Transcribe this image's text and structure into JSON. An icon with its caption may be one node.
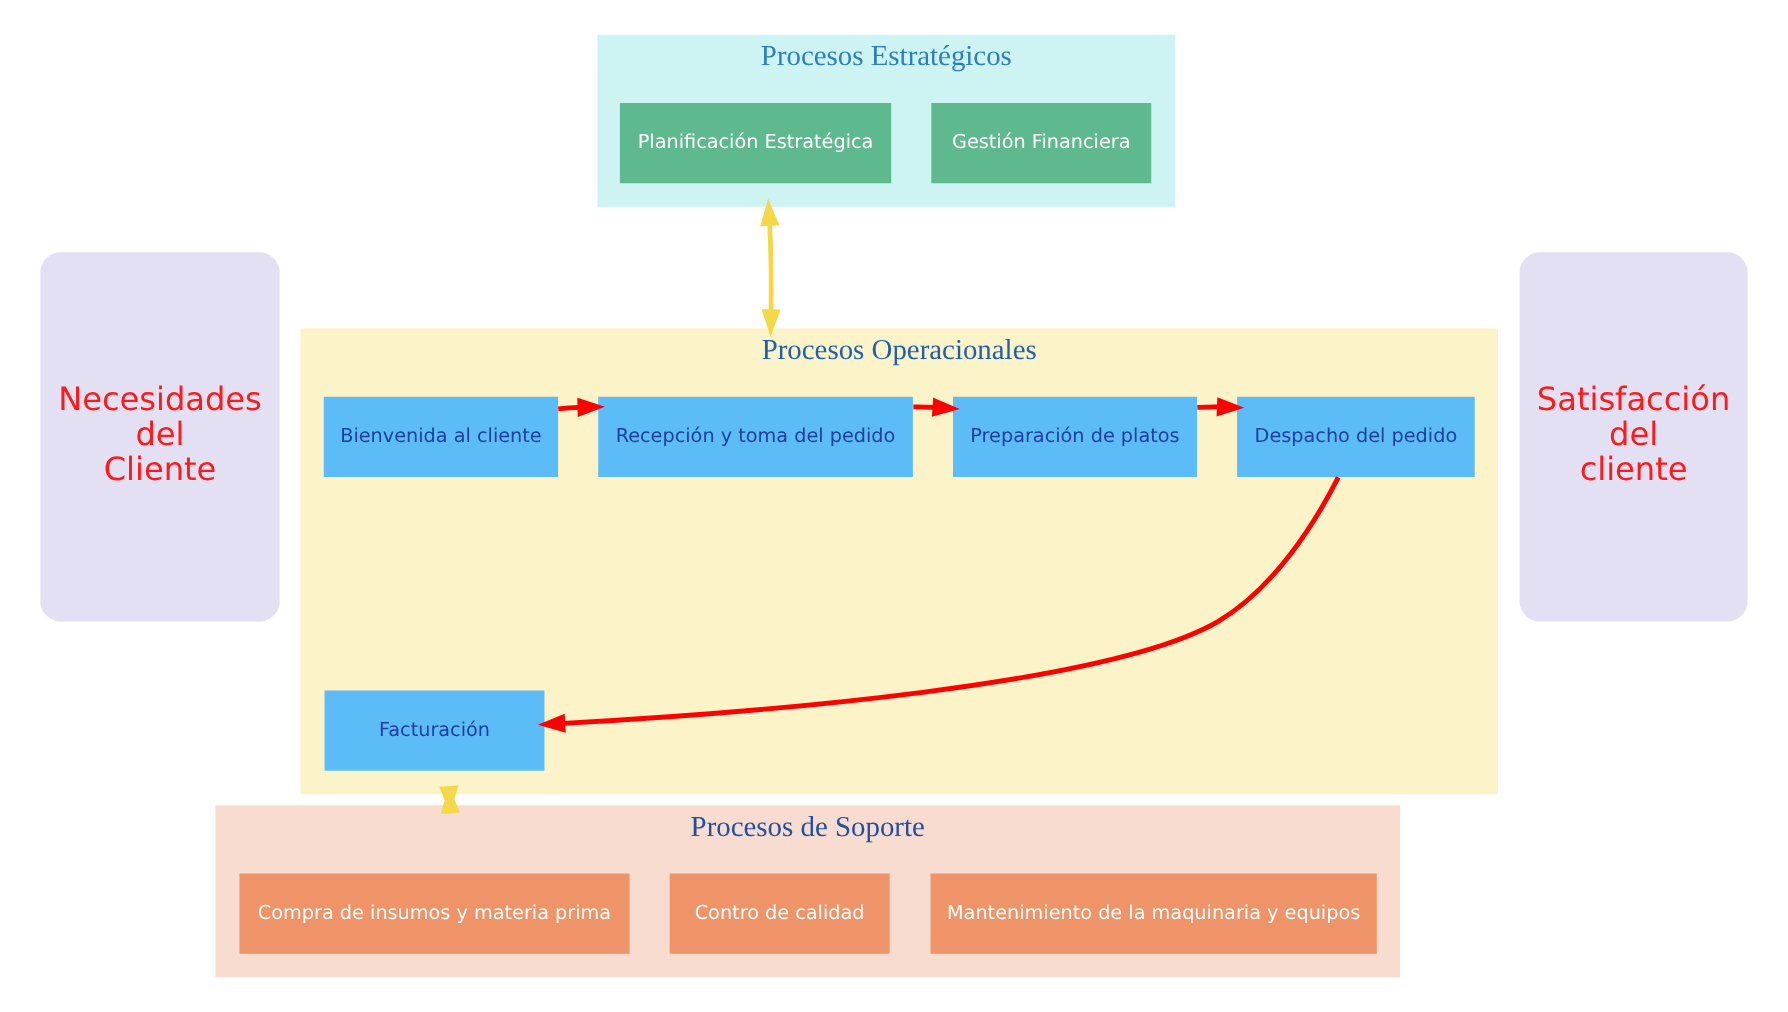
{
  "diagram": {
    "nodes": [
      {
        "text": [
          "Necesidades del Cliente"
        ]
      },
      {
        "text": [
          "Procesos Estratégicos"
        ]
      },
      {
        "text": [
          "Planificación Estratégica"
        ],
        "in": 1
      },
      {
        "text": [
          "Gestión Financiera"
        ],
        "in": 1
      },
      {
        "text": [
          "Procesos Operacionales"
        ]
      },
      {
        "text": [
          "Bienvenida al cliente"
        ],
        "in": 4
      },
      {
        "text": [
          "Recepción y toma del pedido"
        ],
        "in": 4
      },
      {
        "text": [
          "Preparación de platos"
        ],
        "in": 4
      },
      {
        "text": [
          "Despacho del pedido"
        ],
        "in": 4
      },
      {
        "text": [
          "Facturación"
        ],
        "in": 4
      },
      {
        "text": [
          "Procesos de Soporte"
        ]
      },
      {
        "text": [
          "Mantenimiento de la maquinaria y equipos"
        ],
        "in": 10
      },
      {
        "text": [
          "Compra de insumos y materia prima"
        ],
        "in": 10
      },
      {
        "text": [
          "Contro de calidad"
        ],
        "in": 10
      },
      {
        "text": [
          "Satisfacción del cliente"
        ]
      }
    ],
    "edges": [
      {
        "from": 5,
        "to": 6,
        "arrow": "to"
      },
      {
        "from": 6,
        "to": 7,
        "arrow": "to"
      },
      {
        "from": 7,
        "to": 8,
        "arrow": "to"
      },
      {
        "from": 8,
        "to": 9,
        "arrow": "to"
      },
      {
        "from": 1,
        "to": 4,
        "arrow": "both",
        "color": "#f5d84a"
      },
      {
        "from": 4,
        "to": 10,
        "arrow": "both",
        "color": "#f5d84a"
      }
    ]
  }
}
